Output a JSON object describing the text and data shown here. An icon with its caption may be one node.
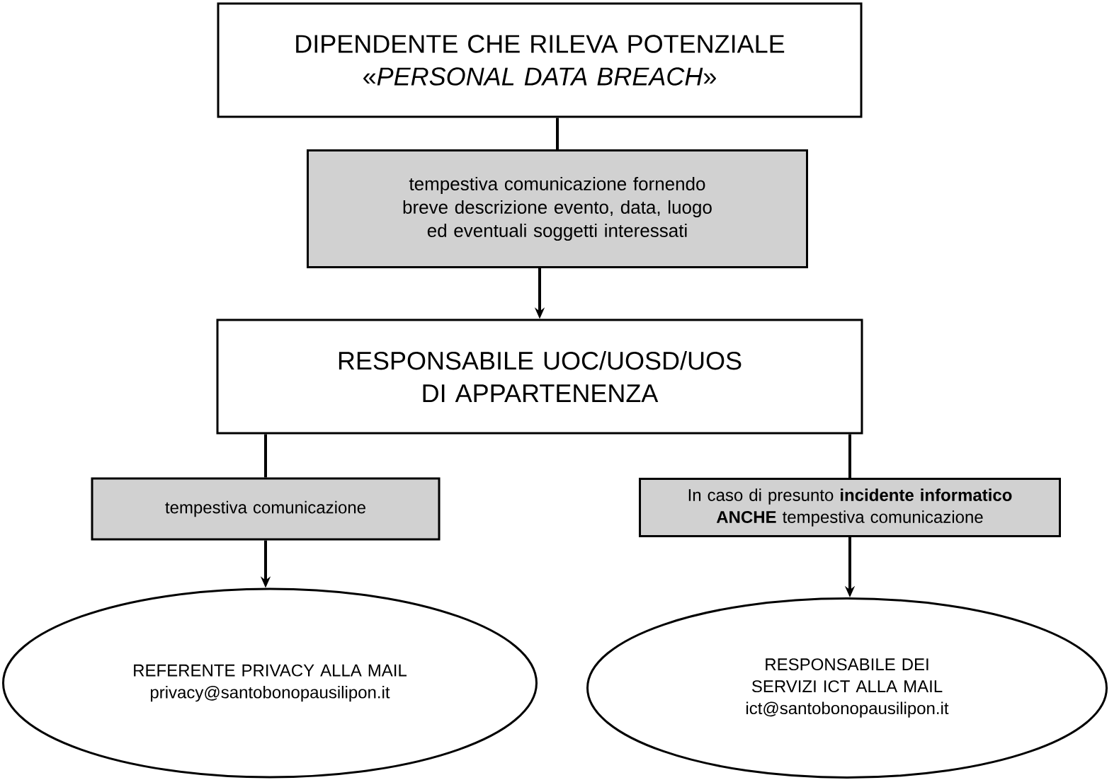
{
  "diagram": {
    "nodes": [
      {
        "text": [
          "DIPENDENTE CHE RILEVA POTENZIALE «*PERSONAL DATA BREACH*»"
        ]
      },
      {
        "text": [
          "tempestiva comunicazione fornendo breve descrizione evento, data, luogo ed eventuali soggetti interessati"
        ]
      },
      {
        "text": [
          "RESPONSABILE UOC/UOSD/UOS DI APPARTENENZA"
        ]
      },
      {
        "text": [
          "tempestiva comunicazione"
        ]
      },
      {
        "text": [
          "In caso di presunto **incidente informatico ANCHE** tempestiva comunicazione"
        ]
      },
      {
        "text": [
          "REFERENTE PRIVACY ALLA MAIL privacy@santobonopausilipon.it"
        ]
      },
      {
        "text": [
          "RESPONSABILE DEI SERVIZI ICT ALLA MAIL ict@santobonopausilipon.it"
        ]
      }
    ],
    "edges": [
      {
        "from": 0,
        "to": 1,
        "arrow": "none"
      },
      {
        "from": 1,
        "to": 2,
        "arrow": "to"
      },
      {
        "from": 2,
        "to": 3,
        "arrow": "none"
      },
      {
        "from": 3,
        "to": 5,
        "arrow": "to"
      },
      {
        "from": 2,
        "to": 4,
        "arrow": "none"
      },
      {
        "from": 4,
        "to": 6,
        "arrow": "to"
      }
    ]
  }
}
